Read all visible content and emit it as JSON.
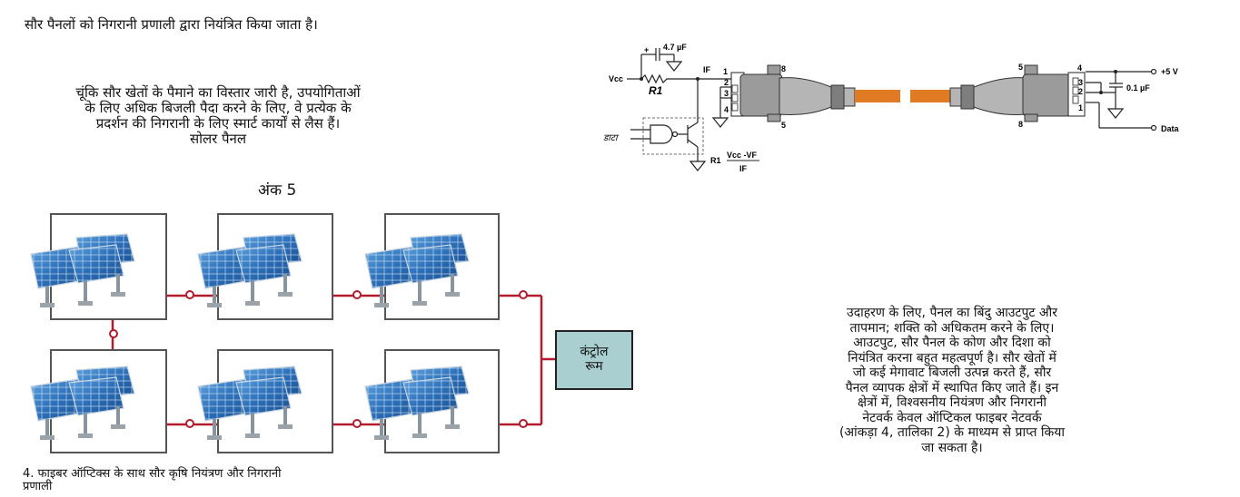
{
  "header": {
    "title": "सौर पैनलों को निगरानी प्रणाली द्वारा नियंत्रित किया जाता है।"
  },
  "intro": {
    "lines": [
      "चूंकि सौर खेतों के पैमाने का विस्तार जारी है, उपयोगिताओं",
      "के लिए अधिक बिजली पैदा करने के लिए, वे प्रत्येक के",
      "प्रदर्शन की निगरानी के लिए स्मार्ट कार्यों से लैस हैं।",
      "सोलर पैनल"
    ]
  },
  "figure5": {
    "label": "अंक 5",
    "control_room_lines": [
      "कंट्रोल",
      "रूम"
    ],
    "caption_lines": [
      "4. फाइबर ऑप्टिक्स के साथ सौर कृषि नियंत्रण और निगरानी",
      "प्रणाली"
    ],
    "colors": {
      "link": "#b21c2c",
      "control_fill": "#a9cfd0",
      "panel_blue": "#2c6fb8"
    }
  },
  "circuit": {
    "cap_label": "4.7 µF",
    "cap_plus": "+",
    "vcc_label": "Vcc",
    "r1_label": "R1",
    "if_label": "IF",
    "data_label": "डाटा",
    "r1_formula_left": "R1",
    "r1_formula_num": "Vcc -VF",
    "r1_formula_den": "IF",
    "left_pins": [
      "1",
      "2",
      "3",
      "4"
    ],
    "left_conn_top": "8",
    "left_conn_bottom": "5",
    "right_conn_top": "5",
    "right_conn_bottom": "8",
    "right_pins": [
      "4",
      "3",
      "2",
      "1"
    ],
    "supply_label": "+5 V",
    "cap2_label": "0.1 µF",
    "data_out_label": "Data",
    "cable_color": "#e07b24"
  },
  "example": {
    "lines": [
      "उदाहरण के लिए, पैनल का बिंदु आउटपुट और",
      "तापमान; शक्ति को अधिकतम करने के लिए।",
      "आउटपुट, सौर पैनल के कोण और दिशा को",
      "नियंत्रित करना बहुत महत्वपूर्ण है। सौर खेतों में",
      "जो कई मेगावाट बिजली उत्पन्न करते हैं, सौर",
      "पैनल व्यापक क्षेत्रों में स्थापित किए जाते हैं। इन",
      "क्षेत्रों में, विश्वसनीय नियंत्रण और निगरानी",
      "नेटवर्क केवल ऑप्टिकल फाइबर नेटवर्क",
      "(आंकड़ा 4, तालिका 2) के माध्यम से प्राप्त किया",
      "जा सकता है।"
    ]
  }
}
